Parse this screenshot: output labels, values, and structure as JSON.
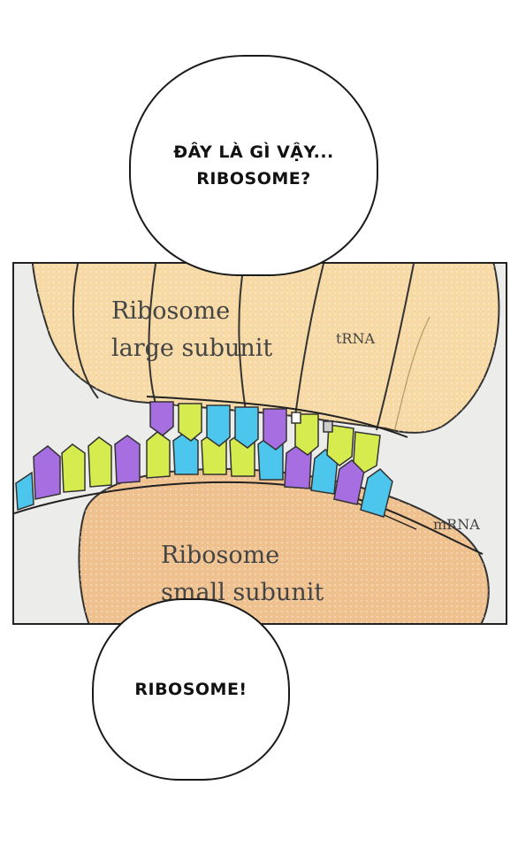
{
  "bubbles": {
    "top": {
      "line1": "ĐÂY LÀ GÌ VẬY...",
      "line2": "RIBOSOME?"
    },
    "bottom": {
      "line1": "RIBOSOME!"
    }
  },
  "illustration": {
    "large_subunit_line1": "Ribosome",
    "large_subunit_line2": "large subunit",
    "trna": "tRNA",
    "mrna": "mRNA",
    "small_subunit_line1": "Ribosome",
    "small_subunit_line2": "small subunit"
  },
  "colors": {
    "large_subunit": "#f6d9a4",
    "small_subunit": "#efc18f",
    "purple": "#a66ee0",
    "yellow_green": "#d6ec4e",
    "cyan": "#4cc6ec",
    "panel_bg": "#ececea"
  }
}
